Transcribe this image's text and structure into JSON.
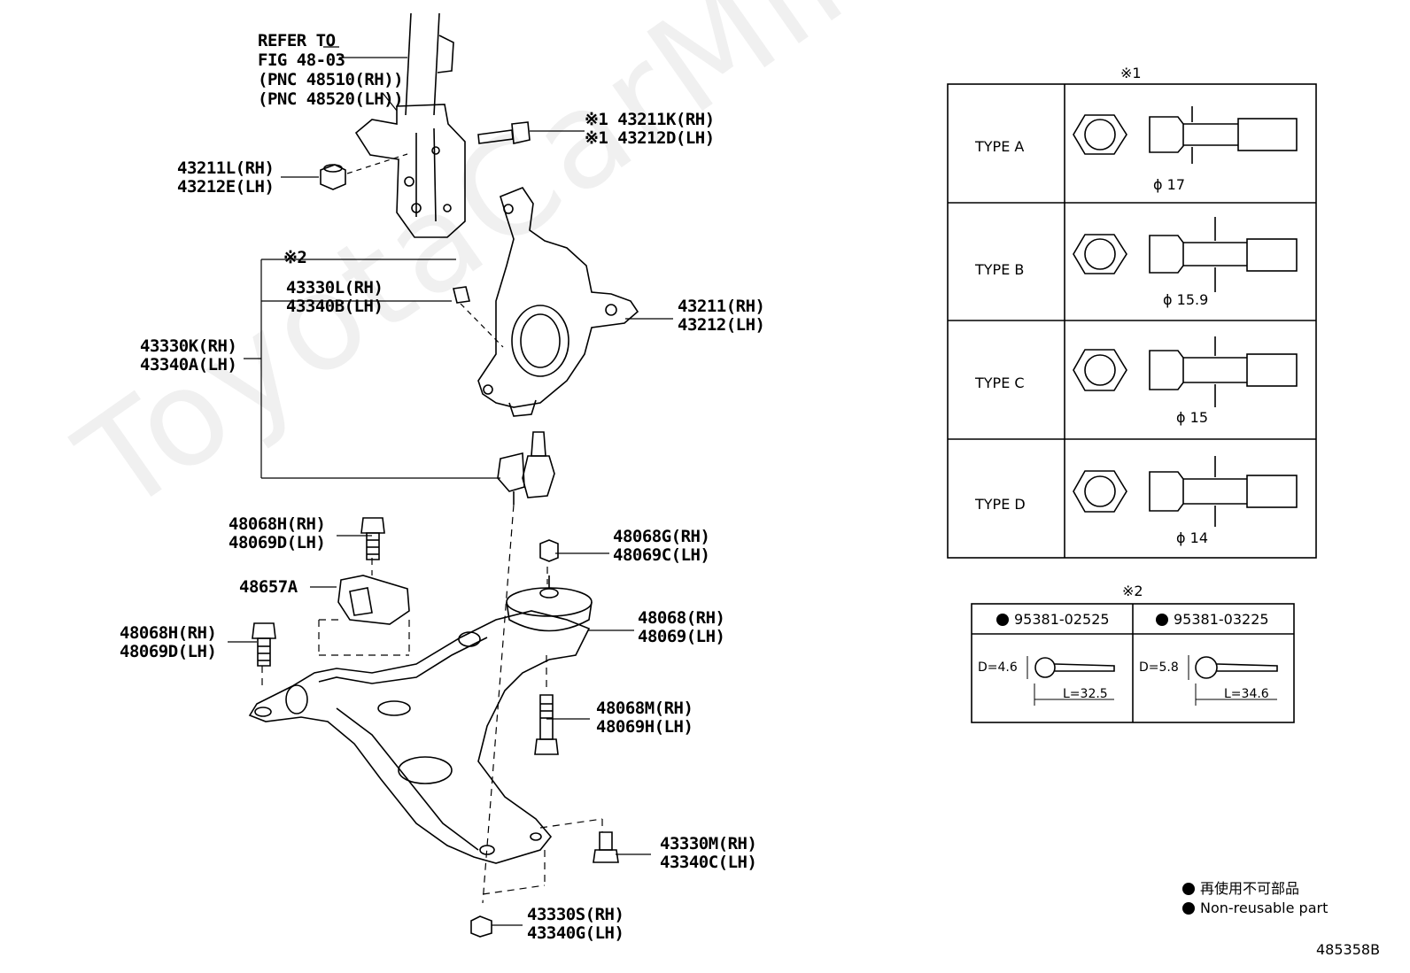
{
  "watermark": "ToyotaCarMine.ru",
  "refer": {
    "line1": "REFER TO",
    "line2": "FIG 48-03",
    "line3": "(PNC 48510(RH))",
    "line4": "(PNC 48520(LH))"
  },
  "parts": {
    "p43211K": "※1 43211K(RH)",
    "p43212D": "※1 43212D(LH)",
    "p43211L": "43211L(RH)",
    "p43212E": "43212E(LH)",
    "note2_mark": "※2",
    "p43330L": "43330L(RH)",
    "p43340B": "43340B(LH)",
    "p43211": "43211(RH)",
    "p43212": "43212(LH)",
    "p43330K": "43330K(RH)",
    "p43340A": "43340A(LH)",
    "p48068H_a": "48068H(RH)",
    "p48069D_a": "48069D(LH)",
    "p48068G": "48068G(RH)",
    "p48069C": "48069C(LH)",
    "p48657A": "48657A",
    "p48068": "48068(RH)",
    "p48069": "48069(LH)",
    "p48068H_b": "48068H(RH)",
    "p48069D_b": "48069D(LH)",
    "p48068M": "48068M(RH)",
    "p48069H": "48069H(LH)",
    "p43330M": "43330M(RH)",
    "p43340C": "43340C(LH)",
    "p43330S": "43330S(RH)",
    "p43340G": "43340G(LH)"
  },
  "table1": {
    "mark": "※1",
    "rows": [
      {
        "type": "TYPE A",
        "dia": "ϕ 17"
      },
      {
        "type": "TYPE B",
        "dia": "ϕ 15.9"
      },
      {
        "type": "TYPE C",
        "dia": "ϕ 15"
      },
      {
        "type": "TYPE D",
        "dia": "ϕ 14"
      }
    ]
  },
  "table2": {
    "mark": "※2",
    "cols": [
      {
        "part": "95381-02525",
        "d": "D=4.6",
        "l": "L=32.5"
      },
      {
        "part": "95381-03225",
        "d": "D=5.8",
        "l": "L=34.6"
      }
    ]
  },
  "legend": {
    "jp": "再使用不可部品",
    "en": "Non-reusable part"
  },
  "figure_id": "485358B"
}
